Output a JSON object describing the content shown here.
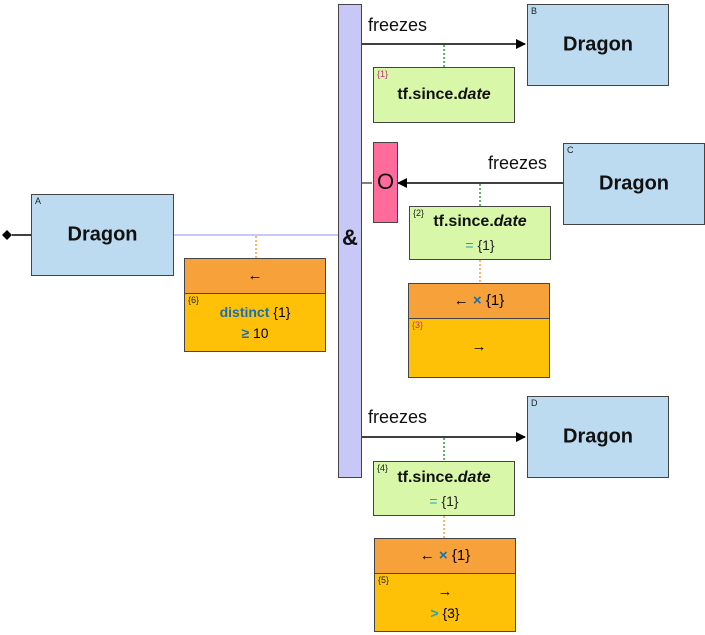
{
  "entities": [
    {
      "letter": "A",
      "name": "Dragon"
    },
    {
      "letter": "B",
      "name": "Dragon"
    },
    {
      "letter": "C",
      "name": "Dragon"
    },
    {
      "letter": "D",
      "name": "Dragon"
    }
  ],
  "junction": {
    "symbol": "&"
  },
  "exclusion": {
    "symbol": "O"
  },
  "relations": [
    {
      "verb": "freezes"
    },
    {
      "verb": "freezes"
    },
    {
      "verb": "freezes"
    }
  ],
  "attributes": [
    {
      "tag": "{1}",
      "name_prefix": "tf.since.",
      "name_italic": "date",
      "condition": ""
    },
    {
      "tag": "{2}",
      "name_prefix": "tf.since.",
      "name_italic": "date",
      "cond_op": "=",
      "cond_val": "{1}"
    },
    {
      "tag": "{4}",
      "name_prefix": "tf.since.",
      "name_italic": "date",
      "cond_op": "=",
      "cond_val": "{1}"
    }
  ],
  "operations": [
    {
      "head_arrow": "←",
      "head_x": "",
      "head_ref": "",
      "tag": "{6}",
      "body_line1_kw": "distinct",
      "body_line1_val": "{1}",
      "body_line2_op": "≥",
      "body_line2_val": "10"
    },
    {
      "head_arrow": "←",
      "head_x": "×",
      "head_ref": "{1}",
      "tag": "{3}",
      "body_arrow": "→",
      "body_line2_op": "",
      "body_line2_val": ""
    },
    {
      "head_arrow": "←",
      "head_x": "×",
      "head_ref": "{1}",
      "tag": "{5}",
      "body_arrow": "→",
      "body_line2_op": ">",
      "body_line2_val": "{3}"
    }
  ],
  "colors": {
    "entity": "#bcdaf0",
    "attribute": "#d9f7a8",
    "op_head": "#f7a13a",
    "op_body": "#ffc107",
    "junction": "#c8c8f8",
    "exclusion": "#ff6b9a"
  }
}
